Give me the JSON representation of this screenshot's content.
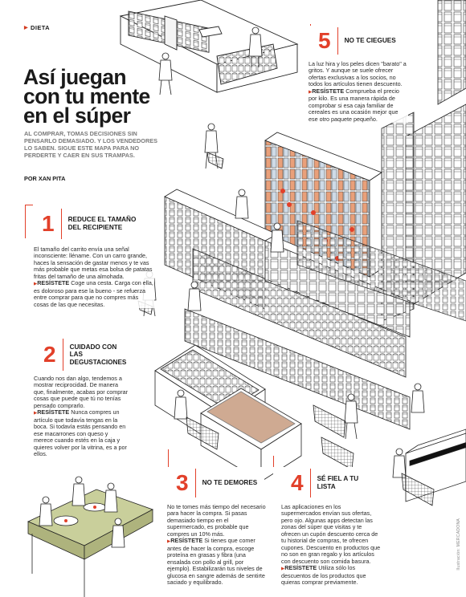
{
  "section_tag": "DIETA",
  "headline": "Así juegan con tu mente en el súper",
  "deck": "AL COMPRAR, TOMAS DECISIONES SIN PENSARLO DEMASIADO. Y LOS VENDEDORES LO SABEN. SIGUE ESTE MAPA PARA NO PERDERTE Y CAER EN SUS TRAMPAS.",
  "byline": "POR XAN PITA",
  "resist_label": "RESÍSTETE",
  "tips": [
    {
      "number": "1",
      "title": "REDUCE EL TAMAÑO DEL RECIPIENTE",
      "body": "El tamaño del carrito envía una señal inconsciente: lléname. Con un carro grande, haces la sensación de gastar menos y te vas más probable que metas esa bolsa de patatas fritas del tamaño de una almohada.",
      "resist": "Coge una cesta. Carga con ella, es doloroso para ese la bueno - se refuerza entre comprar para que no compres más cosas de las que necesitas."
    },
    {
      "number": "2",
      "title": "CUIDADO CON LAS DEGUSTACIONES",
      "body": "Cuando nos dan algo, tendemos a mostrar reciprocidad. De manera que, finalmente, acabas por comprar cosas que puede que tú no tenías pensado comprarlo.",
      "resist": "Nunca compres un artículo que todavía tengas en la boca. Si todavía estás pensando en ese macarrones con queso y merece cuando estés en la caja y quieres volver por la vitrina, es a por ellos."
    },
    {
      "number": "3",
      "title": "NO TE DEMORES",
      "body": "No te tomes más tiempo del necesario para hacer la compra. Si pasas demasiado tiempo en el supermercado, es probable que compres un 10% más.",
      "resist": "Si tienes que comer antes de hacer la compra, escoge proteína en grasas y fibra (una ensalada con pollo al grill, por ejemplo). Estabilizarán tus niveles de glucosa en sangre además de sentirte saciado y equilibrado."
    },
    {
      "number": "4",
      "title": "SÉ FIEL A TU LISTA",
      "body": "Las aplicaciones en los supermercados envían sus ofertas, pero ojo. Algunas apps detectan las zonas del súper que visitas y te ofrecen un cupón descuento cerca de tu historial de compras, te ofrecen cupones. Descuento en productos que no son en gran regalo y los artículos con descuento son comida basura.",
      "resist": "Utiliza sólo los descuentos de los productos que quieras comprar previamente."
    },
    {
      "number": "5",
      "title": "NO TE CIEGUES",
      "body": "La luz hira y los peles dicen \"barato\" a gritos. Y aunque se suele ofrecer ofertas exclusivas a los socios, no todos los artículos tienen descuento.",
      "resist": "Comprueba el precio por kilo. Es una manera rápida de comprobar si esa caja familiar de cereales es una ocasión mejor que ese otro paquete pequeño."
    }
  ],
  "credit": "Ilustración: MERCADONA",
  "colors": {
    "accent": "#e2402a",
    "ink": "#1a1a1a",
    "deck": "#7a7a7a"
  }
}
